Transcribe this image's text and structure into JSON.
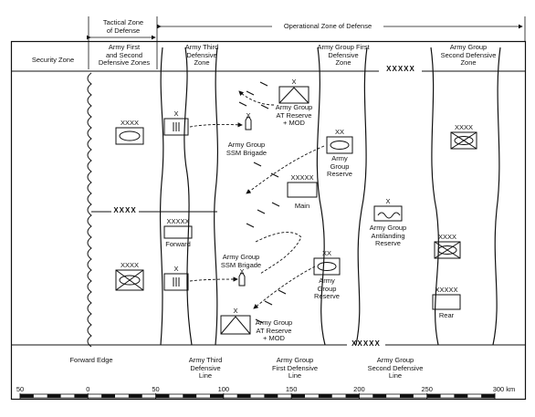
{
  "header": {
    "tactical_zone": [
      "Tactical Zone",
      "of Defense"
    ],
    "operational_zone": "Operational Zone of Defense"
  },
  "zones": {
    "security": "Security Zone",
    "army_first_second": [
      "Army First",
      "and Second",
      "Defensive Zones"
    ],
    "army_third": [
      "Army Third",
      "Defensive",
      "Zone"
    ],
    "ag_first": [
      "Army Group First",
      "Defensive",
      "Zone"
    ],
    "ag_second": [
      "Army Group",
      "Second Defensive",
      "Zone"
    ]
  },
  "boundary_marks": {
    "xxxxx_top": "XXXXX",
    "xxxxx_bottom": "XXXXX",
    "xxxx_mid": "XXXX"
  },
  "units": {
    "at_reserve_top": [
      "Army Group",
      "AT Reserve",
      "+ MOD"
    ],
    "ssm_top": [
      "Army Group",
      "SSM Brigade"
    ],
    "ag_reserve_top": [
      "Army",
      "Group",
      "Reserve"
    ],
    "main": "Main",
    "antilanding": [
      "Army Group",
      "Antilanding",
      "Reserve"
    ],
    "forward": "Forward",
    "ssm_bottom": [
      "Army Group",
      "SSM Brigade"
    ],
    "ag_reserve_bottom": [
      "Army",
      "Group",
      "Reserve"
    ],
    "at_reserve_bottom": [
      "Army Group",
      "AT Reserve",
      "+ MOD"
    ],
    "rear": "Rear",
    "echelon_xxxx": "XXXX",
    "echelon_xxxxx": "XXXXX",
    "echelon_xx": "XX",
    "echelon_x": "X"
  },
  "bottom_labels": {
    "forward_edge": "Forward Edge",
    "army_third_line": [
      "Army Third",
      "Defensive",
      "Line"
    ],
    "ag_first_line": [
      "Army Group",
      "First Defensive",
      "Line"
    ],
    "ag_second_line": [
      "Army Group",
      "Second Defensive",
      "Line"
    ]
  },
  "scale": {
    "ticks": [
      "50",
      "0",
      "50",
      "100",
      "150",
      "200",
      "250",
      "300 km"
    ]
  }
}
